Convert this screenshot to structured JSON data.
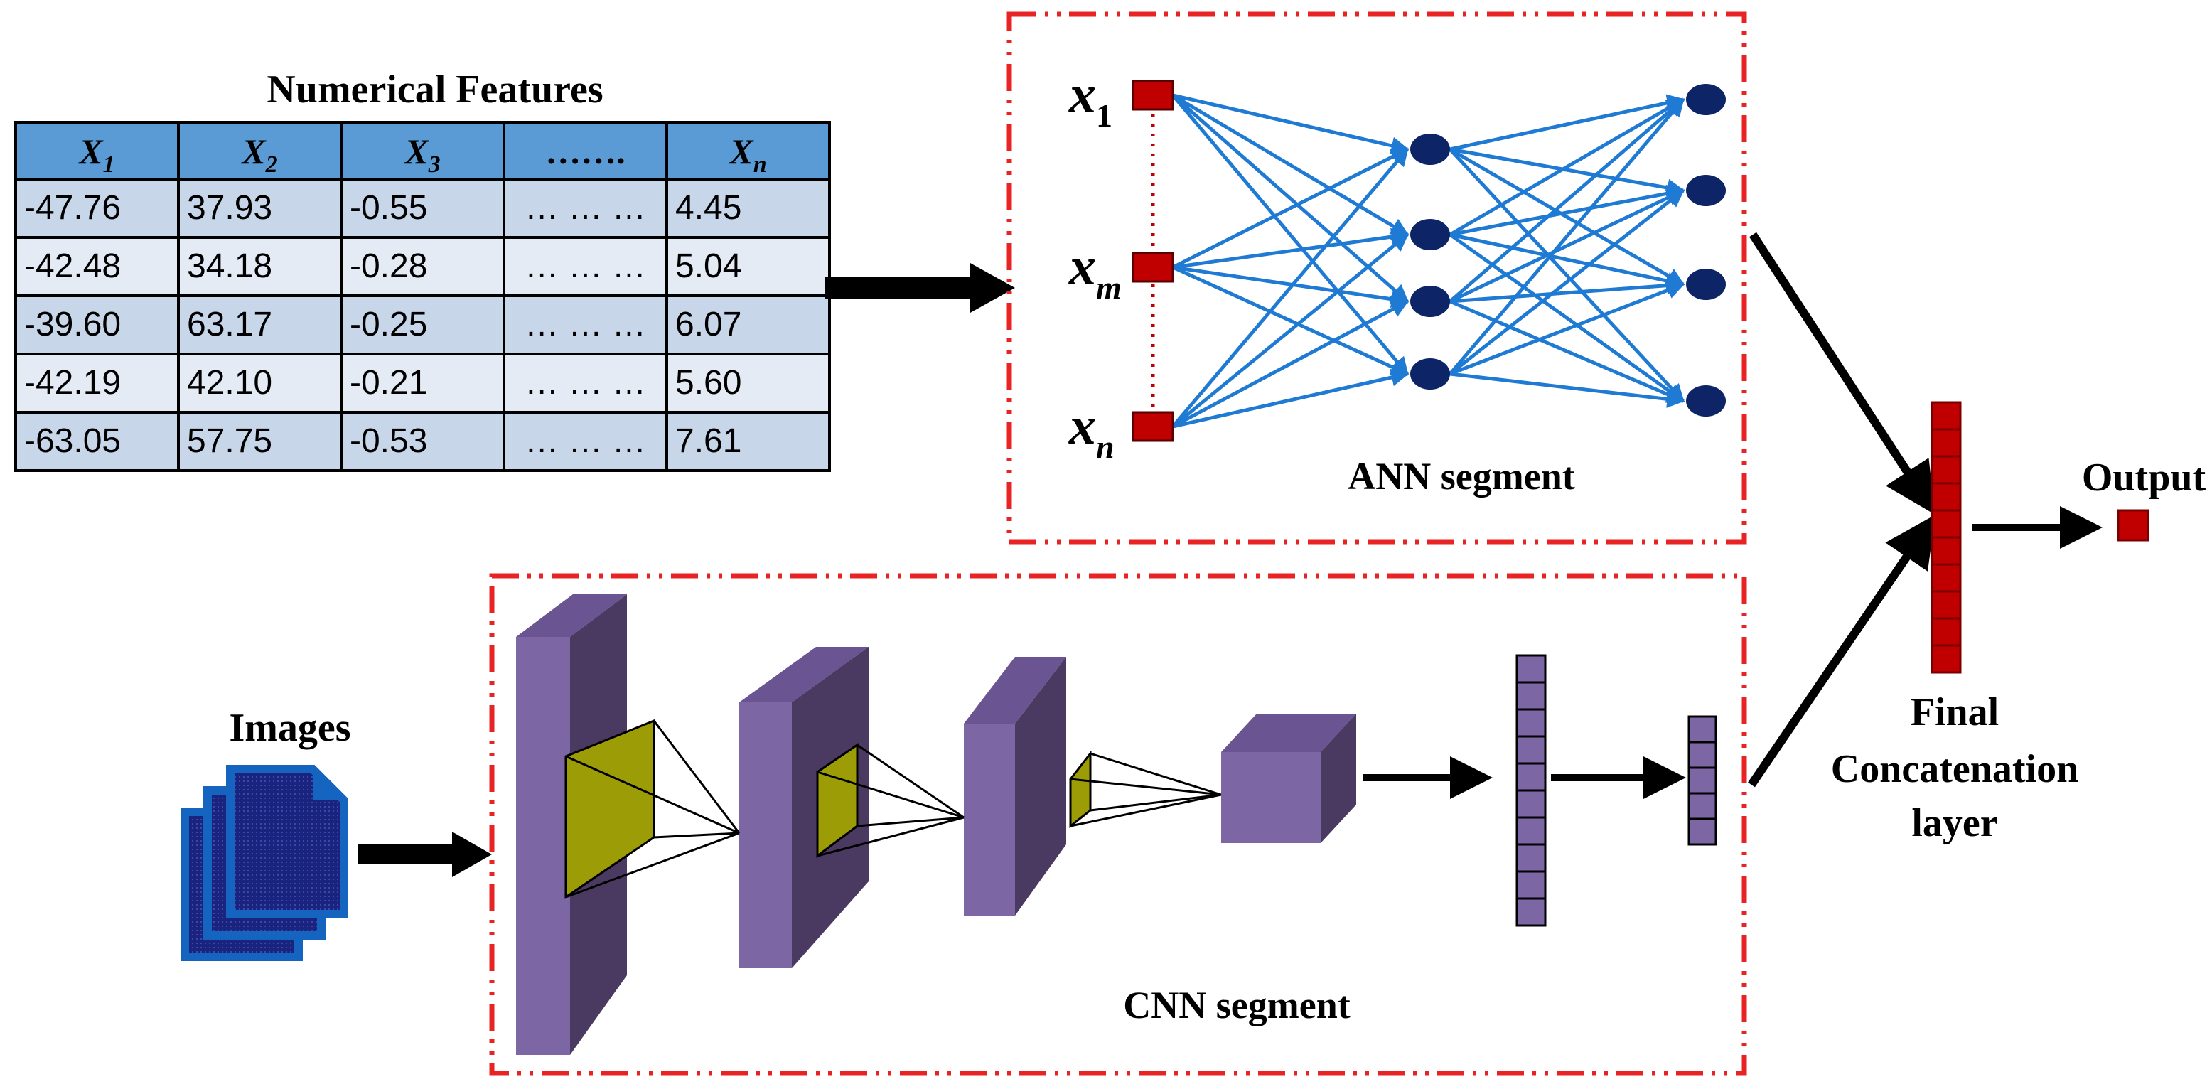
{
  "table": {
    "title": "Numerical Features",
    "headers": [
      {
        "base": "X",
        "sub": "1"
      },
      {
        "base": "X",
        "sub": "2"
      },
      {
        "base": "X",
        "sub": "3"
      },
      {
        "base": "…….",
        "sub": ""
      },
      {
        "base": "X",
        "sub": "n"
      }
    ],
    "rows": [
      [
        "-47.76",
        "37.93",
        "-0.55",
        "… … …",
        "4.45"
      ],
      [
        "-42.48",
        "34.18",
        "-0.28",
        "… … …",
        "5.04"
      ],
      [
        "-39.60",
        "63.17",
        "-0.25",
        "… … …",
        "6.07"
      ],
      [
        "-42.19",
        "42.10",
        "-0.21",
        "… … …",
        "5.60"
      ],
      [
        "-63.05",
        "57.75",
        "-0.53",
        "… … …",
        "7.61"
      ]
    ]
  },
  "ann": {
    "label": "ANN segment",
    "inputs": [
      {
        "base": "x",
        "sub": "1"
      },
      {
        "base": "x",
        "sub": "m"
      },
      {
        "base": "x",
        "sub": "n"
      }
    ]
  },
  "cnn": {
    "label": "CNN segment"
  },
  "images_label": "Images",
  "concat_label": [
    "Final",
    "Concatenation",
    "layer"
  ],
  "output_label": "Output",
  "colors": {
    "header_blue": "#5b9bd5",
    "row_dark": "#c8d6ea",
    "row_light": "#e4ebf5",
    "dashed_red": "#e82323",
    "node_red": "#c00000",
    "node_navy": "#0d2466",
    "edge_blue": "#1f7ad4",
    "purple_front": "#7c66a3",
    "purple_top": "#6a5592",
    "purple_side": "#4a3a62",
    "kernel_olive": "#9c9c06",
    "doc_blue": "#1565c0"
  }
}
